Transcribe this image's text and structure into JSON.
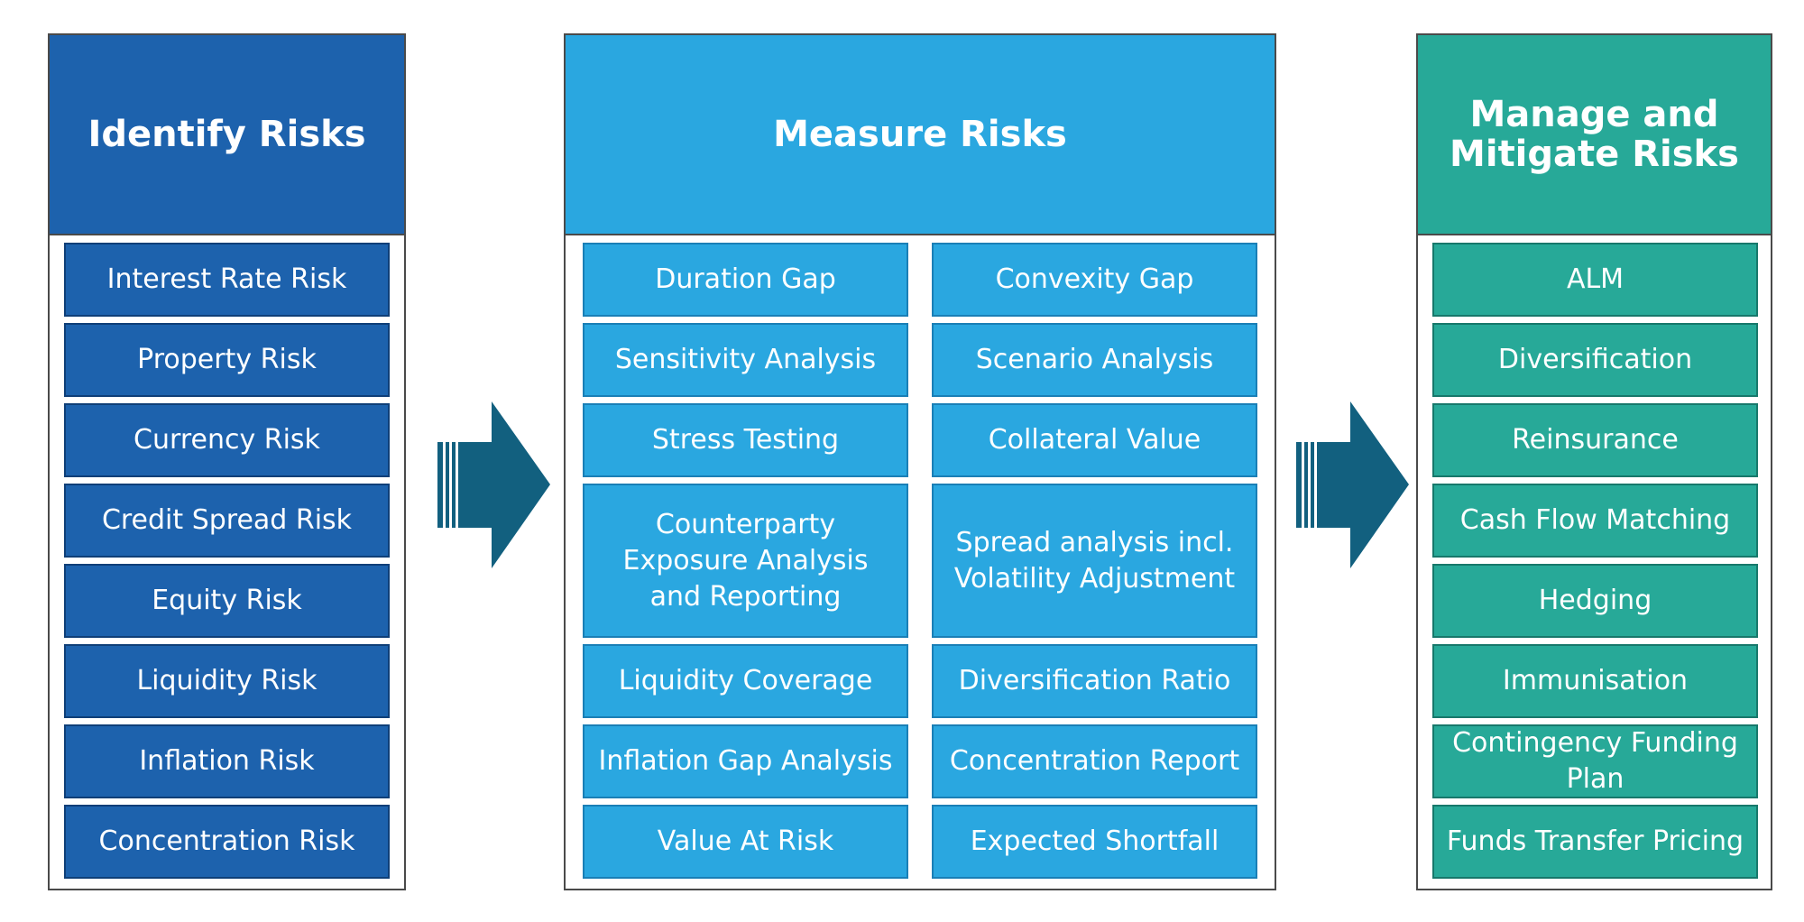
{
  "identify": {
    "title": "Identify Risks",
    "items": [
      "Interest Rate Risk",
      "Property Risk",
      "Currency Risk",
      "Credit Spread Risk",
      "Equity Risk",
      "Liquidity Risk",
      "Inflation Risk",
      "Concentration Risk"
    ]
  },
  "measure": {
    "title": "Measure Risks",
    "left": [
      "Duration Gap",
      "Sensitivity Analysis",
      "Stress Testing",
      "Counterparty Exposure Analysis and Reporting",
      "Liquidity Coverage",
      "Inflation Gap Analysis",
      "Value At Risk"
    ],
    "right": [
      "Convexity Gap",
      "Scenario Analysis",
      "Collateral Value",
      "Spread analysis incl. Volatility Adjustment",
      "Diversification Ratio",
      "Concentration Report",
      "Expected Shortfall"
    ]
  },
  "manage": {
    "title": "Manage and Mitigate Risks",
    "items": [
      "ALM",
      "Diversification",
      "Reinsurance",
      "Cash Flow Matching",
      "Hedging",
      "Immunisation",
      "Contingency Funding Plan",
      "Funds Transfer Pricing"
    ]
  },
  "colors": {
    "identify": "#1d62ad",
    "measure": "#2aa7e0",
    "manage": "#27a998",
    "arrow": "#12607f"
  }
}
